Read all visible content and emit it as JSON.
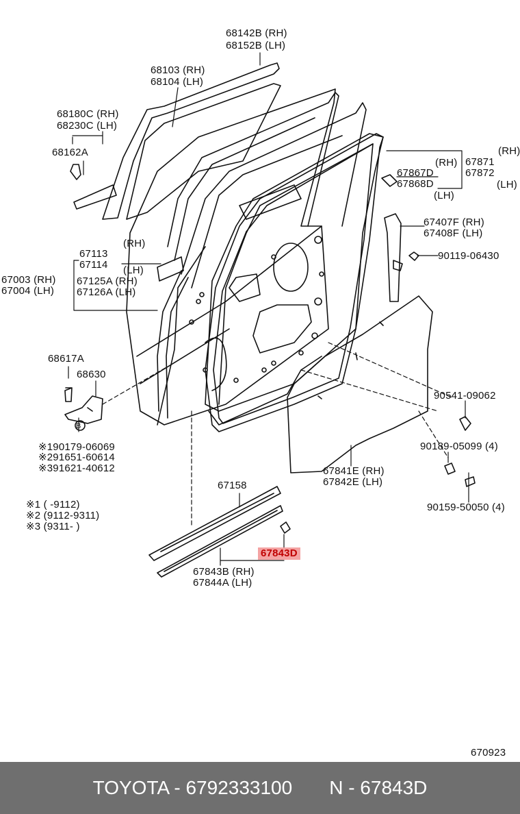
{
  "labels": {
    "l68142b": "68142B (RH)",
    "l68152b": "68152B (LH)",
    "l68103": "68103 (RH)",
    "l68104": "68104 (LH)",
    "l68180c": "68180C (RH)",
    "l68230c": "68230C (LH)",
    "l68162a": "68162A",
    "l67871": "67871",
    "l67872": "67872",
    "lrh1": "(RH)",
    "llh1": "(LH)",
    "lrh2": "(RH)",
    "l67867d": "67867D",
    "l67868d": "67868D",
    "llh2": "(LH)",
    "l67407f": "67407F (RH)",
    "l67408f": "67408F (LH)",
    "l90119": "90119-06430",
    "l67113": "67113",
    "lrh3": "(RH)",
    "l67114": "67114",
    "llh3": "(LH)",
    "l67003": "67003 (RH)",
    "l67004": "67004 (LH)",
    "l67125a": "67125A (RH)",
    "l67126a": "67126A (LH)",
    "l68617a": "68617A",
    "l68630": "68630",
    "lnote1": "※190179-06069",
    "lnote2": "※291651-60614",
    "lnote3": "※391621-40612",
    "l90541": "90541-09062",
    "l90189": "90189-05099 (4)",
    "l67841e": "67841E (RH)",
    "l67842e": "67842E (LH)",
    "l90159": "90159-50050 (4)",
    "l67158": "67158",
    "lcode1": "※1 (      -9112)",
    "lcode2": "※2 (9112-9311)",
    "lcode3": "※3 (9311-        )",
    "l67843d": "67843D",
    "l67843b": "67843B (RH)",
    "l67844a": "67844A (LH)",
    "ldiagram": "670923",
    "lb": "B"
  },
  "footer": {
    "brand_part": "TOYOTA - 6792333100",
    "ref": "N - 67843D"
  },
  "colors": {
    "highlight_bg": "#f4a3a3",
    "highlight_text": "#c00000",
    "footer_bg": "#6f6f6f"
  }
}
